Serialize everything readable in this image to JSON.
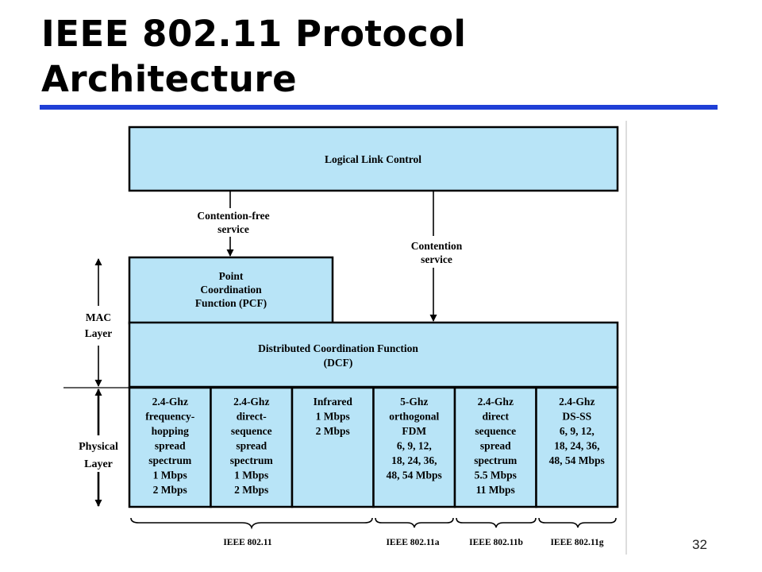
{
  "slide": {
    "title_line1": "IEEE 802.11 Protocol",
    "title_line2": "Architecture",
    "page_number": "32",
    "accent_color": "#1f3fd6"
  },
  "diagram": {
    "box_fill": "#b8e4f7",
    "llc": "Logical Link Control",
    "contention_free": [
      "Contention-free",
      "service"
    ],
    "contention": [
      "Contention",
      "service"
    ],
    "pcf": [
      "Point",
      "Coordination",
      "Function (PCF)"
    ],
    "dcf": [
      "Distributed Coordination Function",
      "(DCF)"
    ],
    "mac_layer": [
      "MAC",
      "Layer"
    ],
    "physical_layer": [
      "Physical",
      "Layer"
    ],
    "phy_columns": [
      [
        "2.4-Ghz",
        "frequency-",
        "hopping",
        "spread",
        "spectrum",
        "1 Mbps",
        "2 Mbps"
      ],
      [
        "2.4-Ghz",
        "direct-",
        "sequence",
        "spread",
        "spectrum",
        "1 Mbps",
        "2 Mbps"
      ],
      [
        "Infrared",
        "1 Mbps",
        "2 Mbps"
      ],
      [
        "5-Ghz",
        "orthogonal",
        "FDM",
        "6, 9, 12,",
        "18, 24, 36,",
        "48, 54 Mbps"
      ],
      [
        "2.4-Ghz",
        "direct",
        "sequence",
        "spread",
        "spectrum",
        "5.5 Mbps",
        "11 Mbps"
      ],
      [
        "2.4-Ghz",
        "DS-SS",
        "6, 9, 12,",
        "18, 24, 36,",
        "48, 54 Mbps"
      ]
    ],
    "standards": [
      "IEEE 802.11",
      "IEEE 802.11a",
      "IEEE 802.11b",
      "IEEE 802.11g"
    ]
  }
}
